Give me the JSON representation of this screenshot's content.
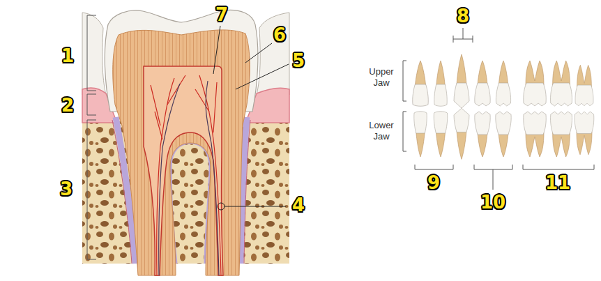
{
  "diagram": {
    "labels": [
      "1",
      "2",
      "3",
      "4",
      "5",
      "6",
      "7",
      "8",
      "9",
      "10",
      "11",
      "Upper Jaw",
      "Lower Jaw"
    ]
  }
}
